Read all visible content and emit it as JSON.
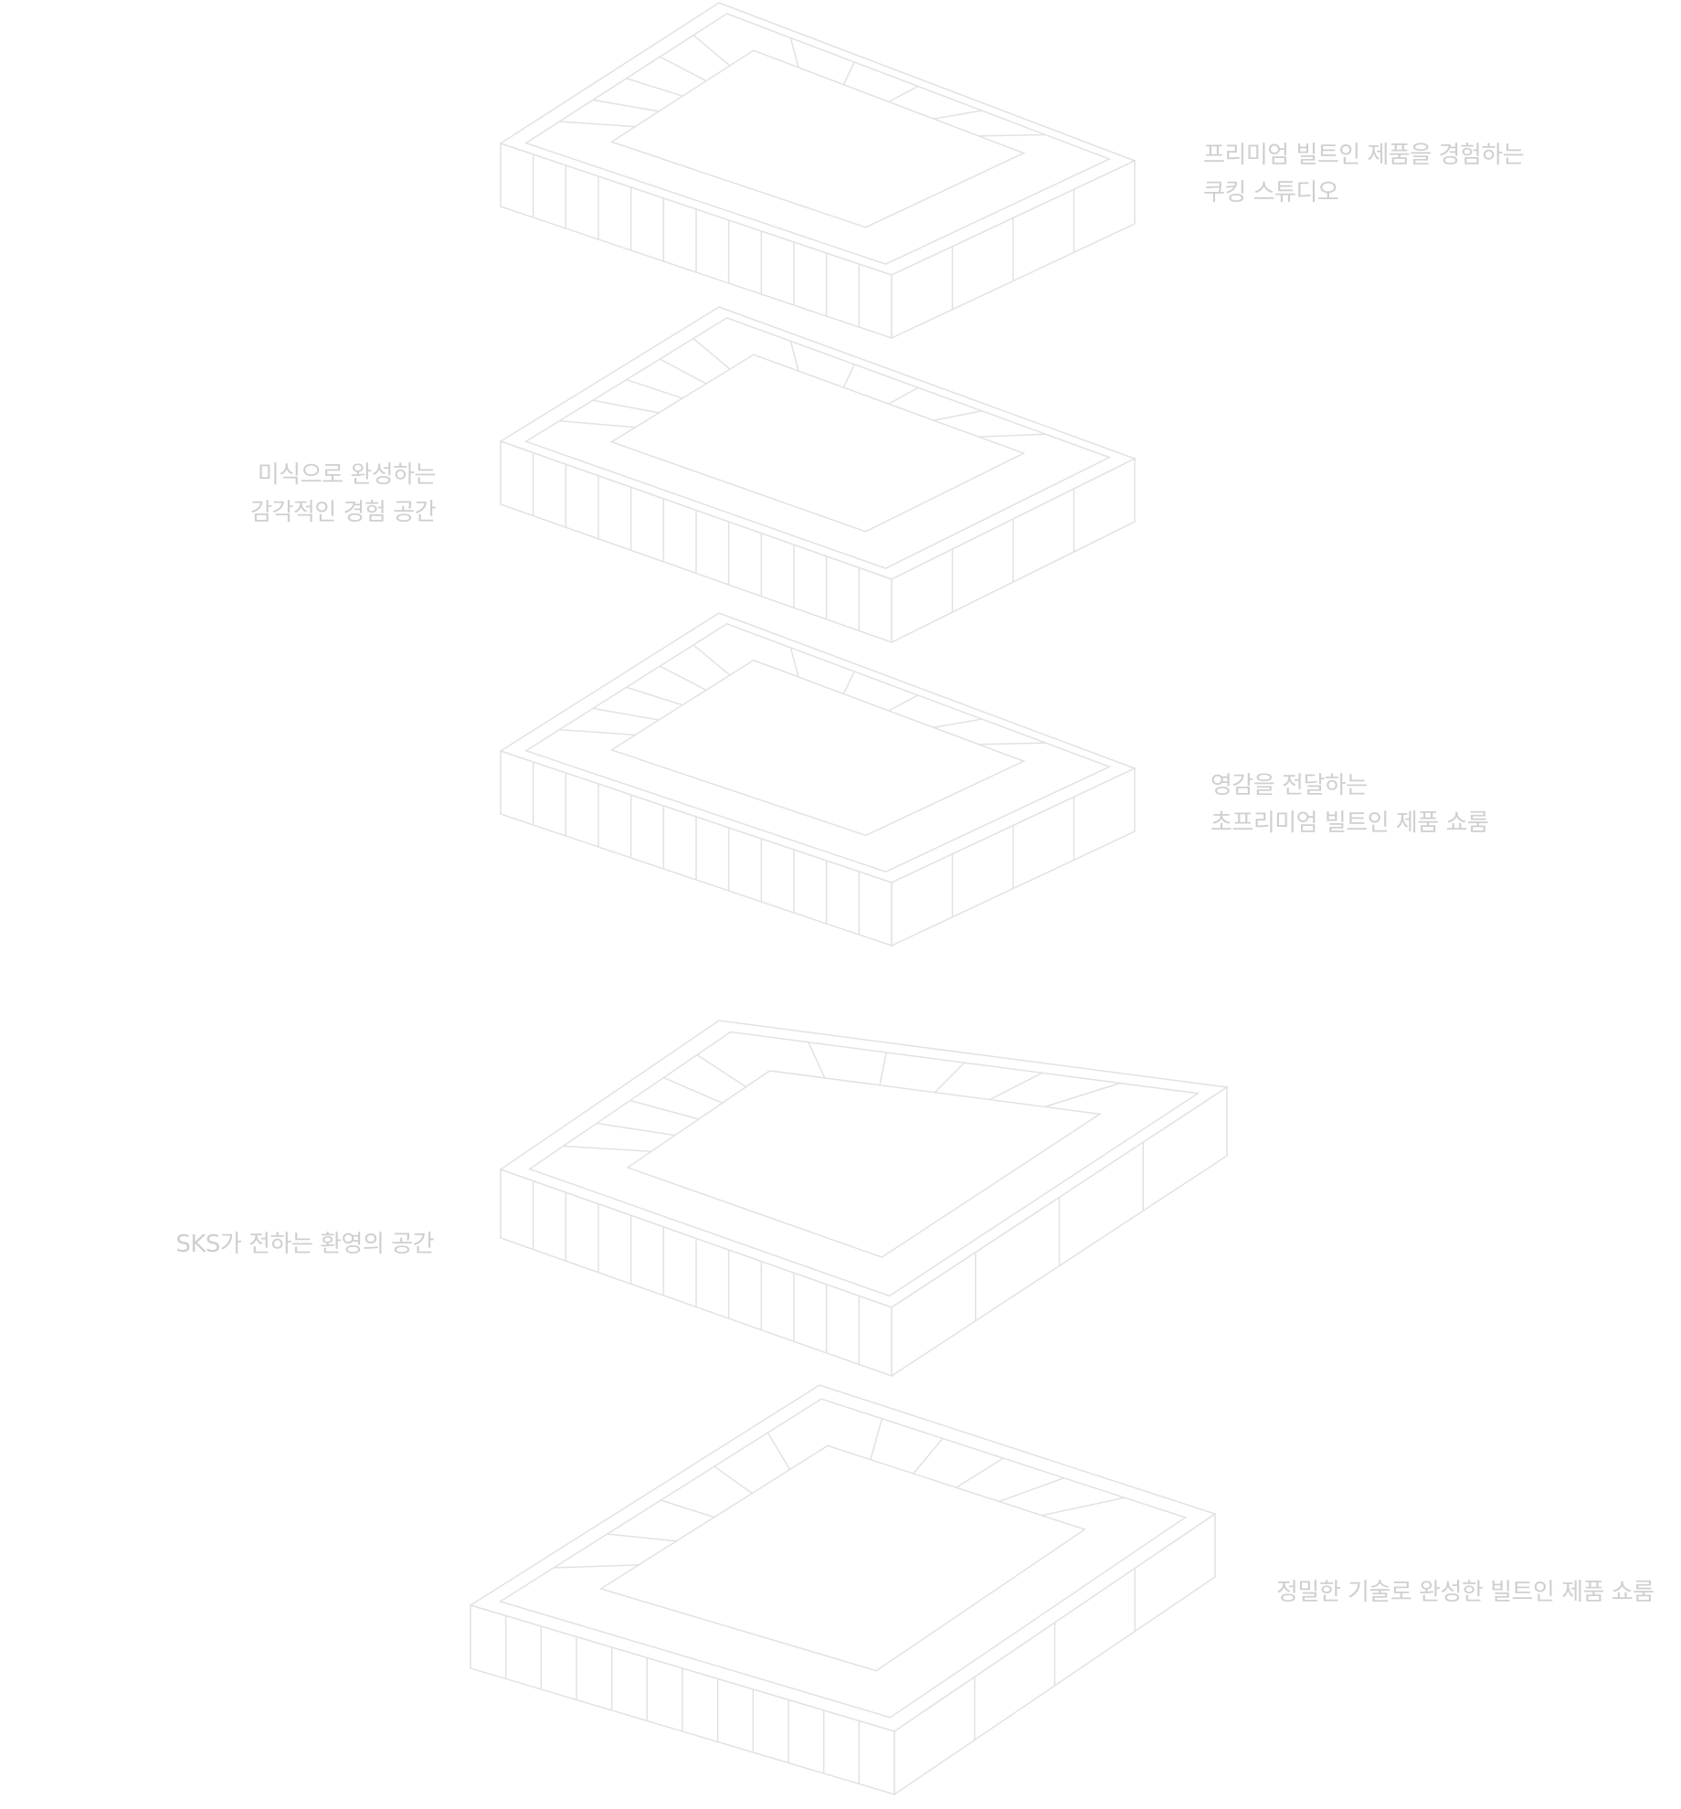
{
  "floors": [
    {
      "id": "cooking-studio",
      "lines": [
        "프리미엄 빌트인 제품을 경험하는",
        "쿠킹 스튜디오"
      ]
    },
    {
      "id": "gastronomy-space",
      "lines": [
        "미식으로 완성하는",
        "감각적인 경험 공간"
      ]
    },
    {
      "id": "inspiration-showroom",
      "lines": [
        "영감을 전달하는",
        "초프리미엄 빌트인 제품 쇼룸"
      ]
    },
    {
      "id": "welcome-space",
      "lines": [
        "SKS가 전하는 환영의 공간"
      ]
    },
    {
      "id": "precision-showroom",
      "lines": [
        "정밀한 기술로 완성한 빌트인 제품 쇼룸"
      ]
    }
  ],
  "colors": {
    "line": "#e2e2e2",
    "text": "#cfcfcf"
  }
}
